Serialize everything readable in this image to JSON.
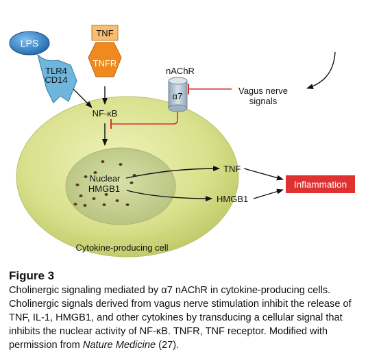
{
  "diagram": {
    "lps": "LPS",
    "tnf_box": "TNF",
    "tnfr": "TNFR",
    "tlr4": "TLR4",
    "cd14": "CD14",
    "nachr": "nAChR",
    "alpha7": "α7",
    "nfkb": "NF-κB",
    "vagus_line1": "Vagus nerve",
    "vagus_line2": "signals",
    "nuclear": "Nuclear",
    "hmgb1_nuclear": "HMGB1",
    "tnf_out": "TNF",
    "hmgb1_out": "HMGB1",
    "inflammation": "Inflammation",
    "cell_label": "Cytokine-producing cell"
  },
  "caption": {
    "title": "Figure 3",
    "text_1": "Cholinergic signaling mediated by α7 nAChR in cytokine-producing cells. Cholinergic signals derived from vagus nerve stimulation inhibit the release of TNF, IL-1, HMGB1, and other cytokines by transducing a cellular signal that inhibits the nuclear activity of NF-κB. TNFR, TNF receptor. Modified with permission from ",
    "journal": "Nature Medicine",
    "text_2": " (27)."
  },
  "colors": {
    "cell": "#d9e08c",
    "nucleus": "#c5d092",
    "lps": "#2e7fc4",
    "tlr4": "#6fb6dc",
    "tnf": "#f4b260",
    "tnfr": "#f08a1e",
    "receptor": "#aabfcf",
    "inhibit": "#d93030",
    "inflammation": "#e03131"
  }
}
